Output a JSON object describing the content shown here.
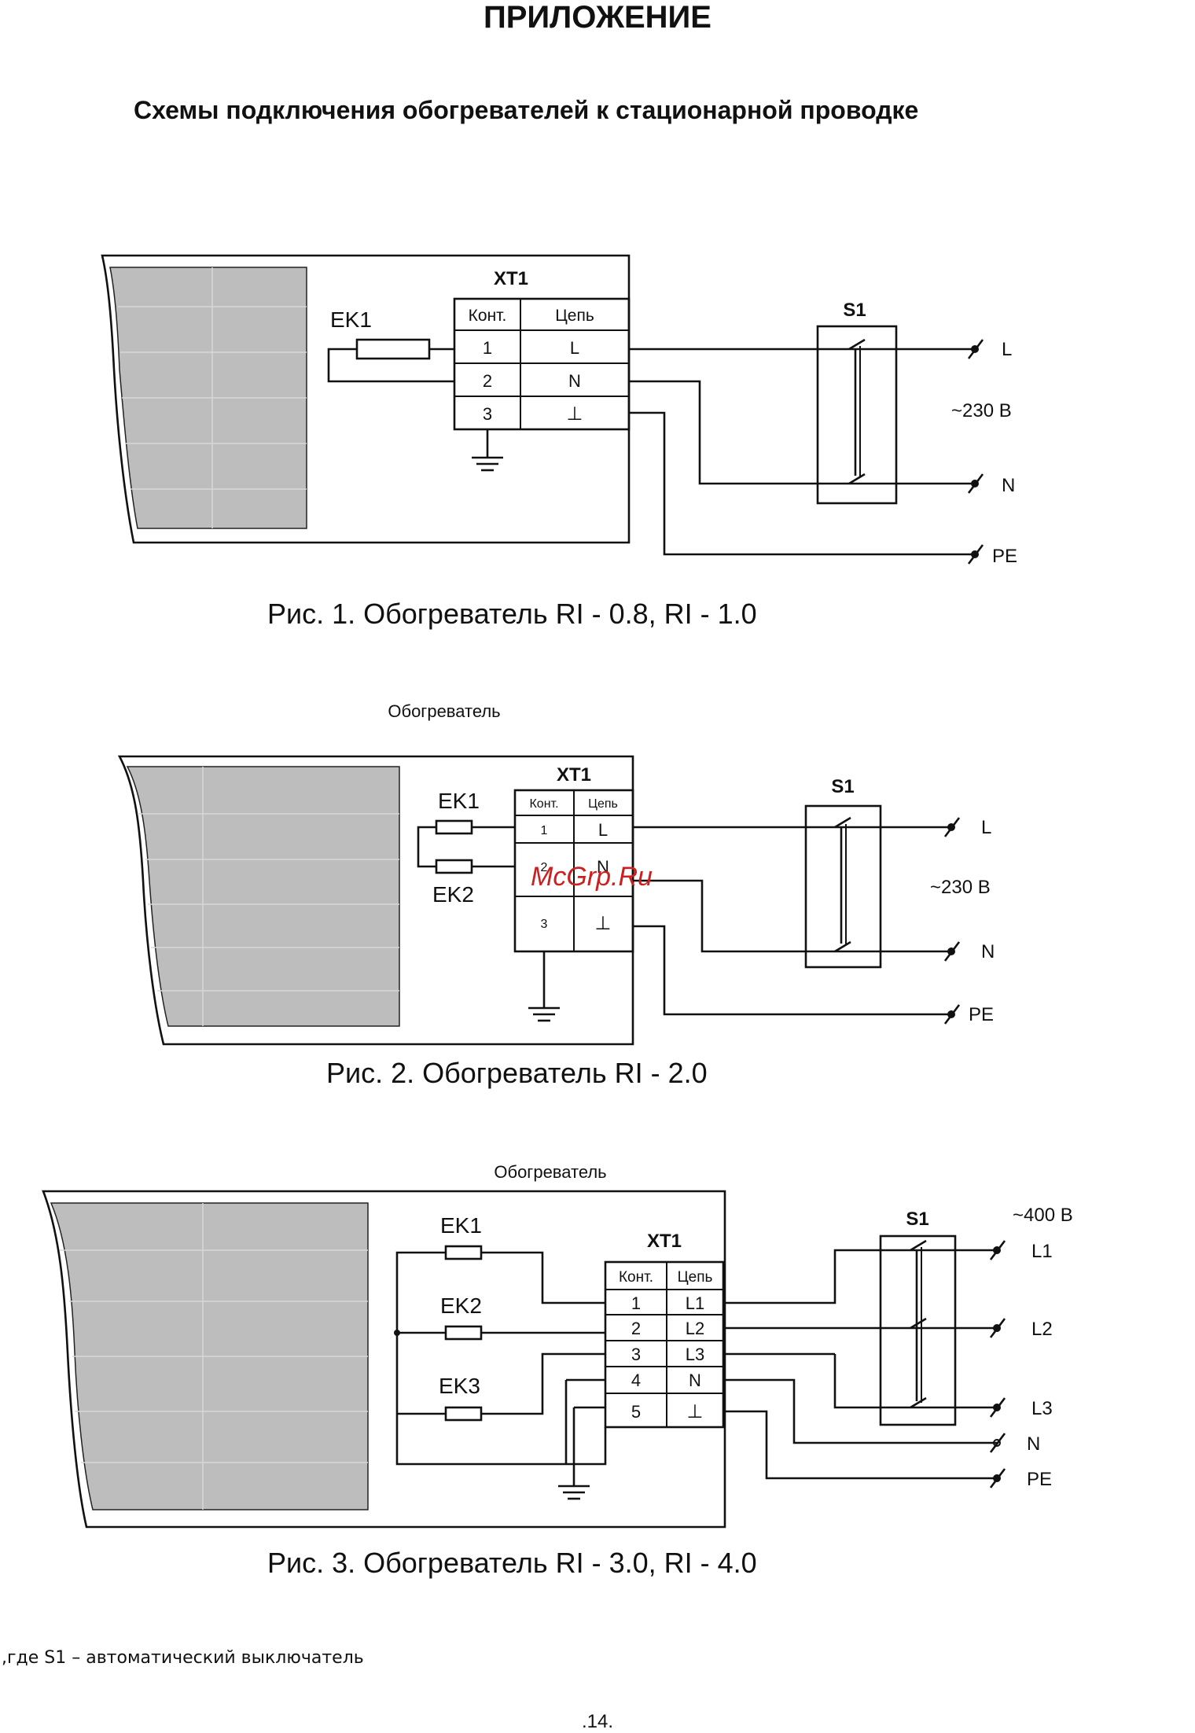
{
  "title": "ПРИЛОЖЕНИЕ",
  "subtitle": "Схемы подключения обогревателей к стационарной проводке",
  "figures": [
    {
      "caption": "Рис. 1. Обогреватель RI - 0.8, RI - 1.0",
      "terminal": "XT1",
      "heaters": [
        "EK1"
      ],
      "table_headers": [
        "Конт.",
        "Цепь"
      ],
      "rows": [
        [
          "1",
          "L"
        ],
        [
          "2",
          "N"
        ],
        [
          "3",
          "⊥"
        ]
      ],
      "switch": "S1",
      "voltage": "~230 В",
      "lines": [
        "L",
        "N",
        "PE"
      ]
    },
    {
      "label": "Обогреватель",
      "caption": "Рис. 2. Обогреватель RI - 2.0",
      "terminal": "XT1",
      "heaters": [
        "EK1",
        "EK2"
      ],
      "table_headers": [
        "Конт.",
        "Цепь"
      ],
      "rows": [
        [
          "1",
          "L"
        ],
        [
          "2",
          "N"
        ],
        [
          "3",
          "⊥"
        ]
      ],
      "switch": "S1",
      "voltage": "~230 В",
      "lines": [
        "L",
        "N",
        "PE"
      ]
    },
    {
      "label": "Обогреватель",
      "caption": "Рис. 3. Обогреватель RI - 3.0, RI - 4.0",
      "terminal": "XT1",
      "heaters": [
        "EK1",
        "EK2",
        "EK3"
      ],
      "table_headers": [
        "Конт.",
        "Цепь"
      ],
      "rows": [
        [
          "1",
          "L1"
        ],
        [
          "2",
          "L2"
        ],
        [
          "3",
          "L3"
        ],
        [
          "4",
          "N"
        ],
        [
          "5",
          "⊥"
        ]
      ],
      "switch": "S1",
      "voltage": "~400 В",
      "lines": [
        "L1",
        "L2",
        "L3",
        "N",
        "PE"
      ]
    }
  ],
  "watermark": "McGrp.Ru",
  "footnote": ",где S1 – автоматический выключатель",
  "page_number": ".14."
}
